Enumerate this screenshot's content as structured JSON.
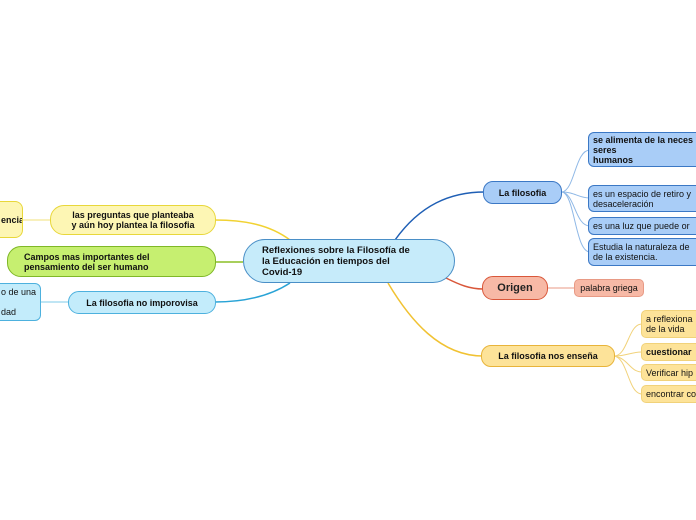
{
  "central": {
    "text": "Reflexiones sobre la Filosofía de\nla Educación en tiempos del\nCovid-19"
  },
  "left": [
    {
      "text": "las preguntas que planteaba\n y aún hoy plantea la filosofia"
    },
    {
      "text": "Campos mas importantes del\npensamiento del ser humano"
    },
    {
      "text": "La filosofia no imporovisa"
    }
  ],
  "left_cut": [
    {
      "text": "encia"
    },
    {
      "text": "o de una\n\ndad"
    }
  ],
  "right": [
    {
      "text": "La filosofia"
    },
    {
      "text": "Origen"
    },
    {
      "text": "La filosofia nos enseña"
    }
  ],
  "filosofia_children": [
    {
      "text": "se alimenta de la neces\nseres\nhumanos"
    },
    {
      "text": "es un espacio de retiro y\ndesaceleración"
    },
    {
      "text": "es una luz que puede or"
    },
    {
      "text": "Estudia la naturaleza de\nde la existencia."
    }
  ],
  "origen_children": [
    {
      "text": "palabra griega"
    }
  ],
  "ensena_children": [
    {
      "text": "a reflexiona\nde  la vida"
    },
    {
      "text": "cuestionar"
    },
    {
      "text": "Verificar hip"
    },
    {
      "text": "encontrar co"
    }
  ],
  "colors": {
    "central_fill": "#c6ebfa",
    "central_border": "#4a8fc7",
    "blue_fill": "#a9cdf7",
    "blue_border": "#3b78c5",
    "salmon_fill": "#f7b9a6",
    "salmon_border": "#d9573a",
    "orange_fill": "#fde399",
    "orange_border": "#e8b43a",
    "yellow_fill": "#fdf6b4",
    "yellow_border": "#e8d73a",
    "green_fill": "#c6ef70",
    "green_border": "#7fb827",
    "cyan_fill": "#c3ecfb",
    "cyan_border": "#4db1de"
  }
}
